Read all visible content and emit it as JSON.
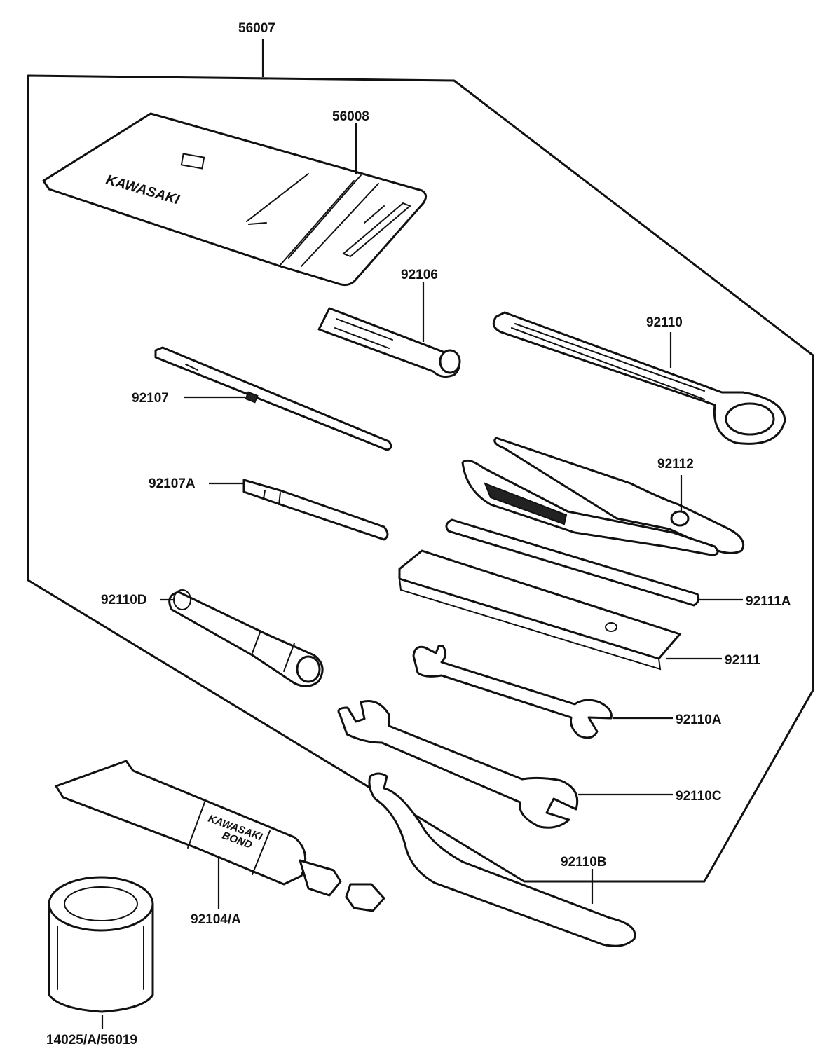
{
  "diagram": {
    "kit_label": "56007",
    "parts": {
      "case": "56008",
      "driver_handle": "92106",
      "screwdriver_long": "92107",
      "screwdriver_bit": "92107A",
      "plug_wrench": "92110D",
      "ring_wrench": "92110",
      "pliers": "92112",
      "rod": "92111A",
      "bar": "92111",
      "wrench_small": "92110A",
      "wrench_large": "92110C",
      "hook_spanner": "92110B",
      "bond_tube": "92104/A",
      "can": "14025/A/56019"
    },
    "case_logo": "KAWASAKI",
    "tube_logo_line1": "KAWASAKI",
    "tube_logo_line2": "BOND"
  }
}
